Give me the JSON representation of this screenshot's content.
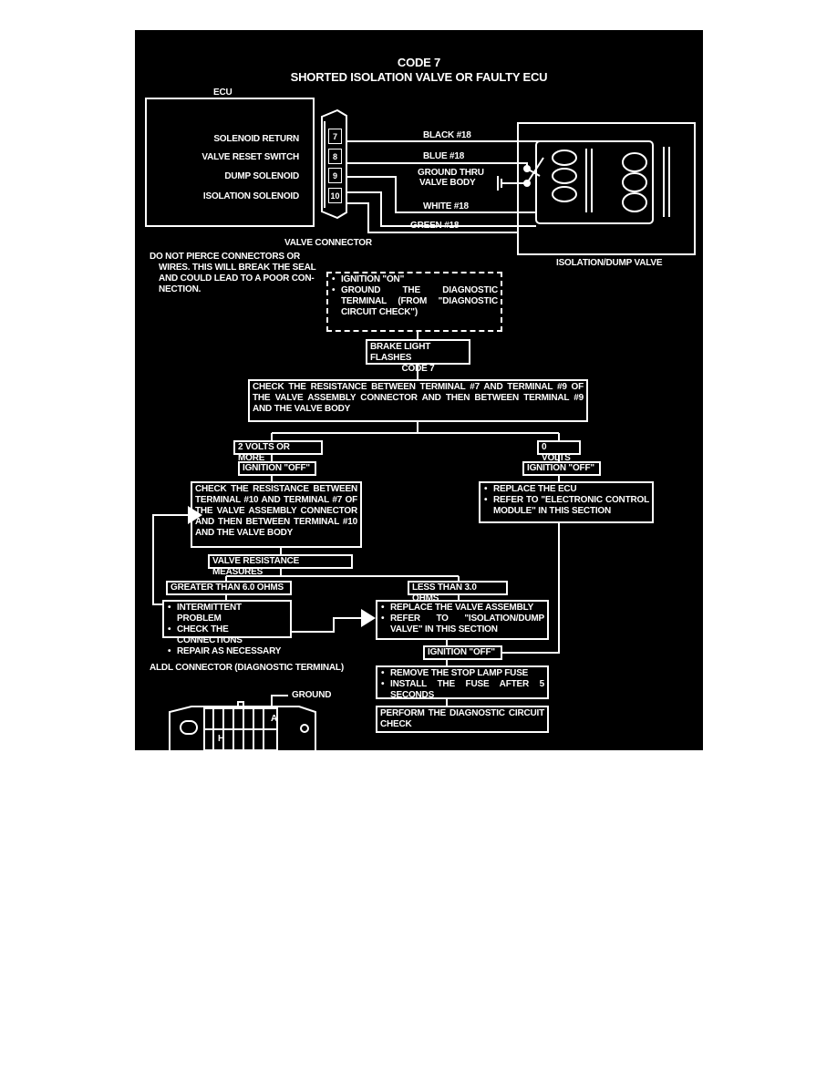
{
  "title": {
    "line1": "CODE 7",
    "line2": "SHORTED ISOLATION VALVE OR FAULTY ECU"
  },
  "ecu": {
    "label": "ECU",
    "pins": [
      "SOLENOID RETURN",
      "VALVE RESET SWITCH",
      "DUMP SOLENOID",
      "ISOLATION SOLENOID"
    ]
  },
  "connector": {
    "label": "VALVE CONNECTOR",
    "terminals": [
      "7",
      "8",
      "9",
      "10"
    ]
  },
  "wires": [
    "BLACK #18",
    "BLUE #18",
    "GROUND THRU",
    "VALVE BODY",
    "WHITE #18",
    "GREEN #18"
  ],
  "valve_label": "ISOLATION/DUMP VALVE",
  "note": [
    "DO NOT PIERCE CONNECTORS OR",
    "WIRES. THIS WILL BREAK THE SEAL",
    "AND COULD LEAD TO A POOR CON-",
    "NECTION."
  ],
  "flow": {
    "start": [
      "IGNITION \"ON\"",
      "GROUND THE DIAGNOSTIC TERMINAL (FROM \"DIAGNOSTIC CIRCUIT CHECK\")"
    ],
    "flash": [
      "BRAKE LIGHT FLASHES",
      "CODE 7"
    ],
    "check1": "CHECK THE RESISTANCE BETWEEN TERMINAL #7 AND TERMINAL #9 OF THE VALVE ASSEMBLY CONNECTOR AND THEN BETWEEN TERMINAL #9 AND THE VALVE BODY",
    "volts_high": "2 VOLTS OR MORE",
    "volts_zero": "0 VOLTS",
    "ign_off": "IGNITION \"OFF\"",
    "check2": "CHECK THE RESISTANCE BETWEEN TERMINAL #10 AND TERMINAL #7 OF THE VALVE ASSEMBLY CONNECTOR AND THEN BETWEEN TERMINAL #10 AND THE VALVE BODY",
    "replace_ecu": [
      "REPLACE THE ECU",
      "REFER TO \"ELECTRONIC CONTROL MODULE\" IN THIS SECTION"
    ],
    "measures": "VALVE RESISTANCE MEASURES",
    "greater": "GREATER THAN 6.0 OHMS",
    "less": "LESS THAN 3.0 OHMS",
    "intermittent": [
      "INTERMITTENT PROBLEM",
      "CHECK THE CONNECTIONS",
      "REPAIR AS NECESSARY"
    ],
    "replace_valve": [
      "REPLACE THE VALVE ASSEMBLY",
      "REFER TO \"ISOLATION/DUMP VALVE\" IN THIS SECTION"
    ],
    "fuse": [
      "REMOVE THE STOP LAMP FUSE",
      "INSTALL THE FUSE AFTER 5 SECONDS"
    ],
    "perform": "PERFORM THE DIAGNOSTIC CIRCUIT CHECK"
  },
  "aldl": {
    "label": "ALDL CONNECTOR (DIAGNOSTIC TERMINAL)",
    "ground": "GROUND",
    "pin_a": "A",
    "pin_h": "H"
  }
}
